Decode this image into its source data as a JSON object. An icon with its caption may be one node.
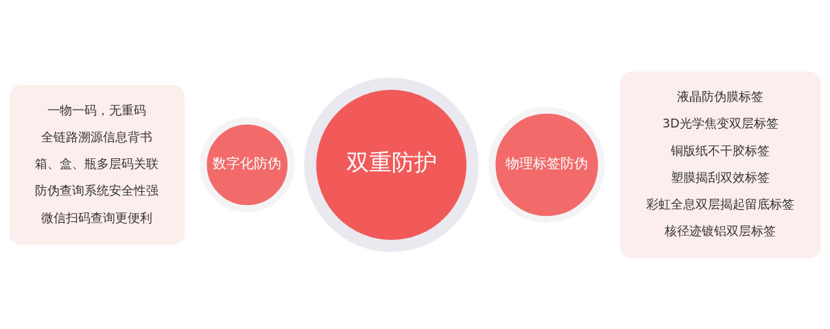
{
  "diagram": {
    "nodes": [
      {
        "text": [
          "一物一码，无重码",
          "全链路溯源信息背书",
          "箱、盒、瓶多层码关联",
          "防伪查询系统安全性强",
          "微信扫码查询更便利"
        ]
      },
      {
        "text": [
          "数字化防伪"
        ]
      },
      {
        "text": [
          "双重防护"
        ]
      },
      {
        "text": [
          "物理标签防伪"
        ]
      },
      {
        "text": [
          "液晶防伪膜标签",
          "3D光学焦变双层标签",
          "铜版纸不干胶标签",
          "塑膜揭刮双效标签",
          "彩虹全息双层揭起留底标签",
          "核径迹镀铝双层标签"
        ]
      }
    ]
  }
}
